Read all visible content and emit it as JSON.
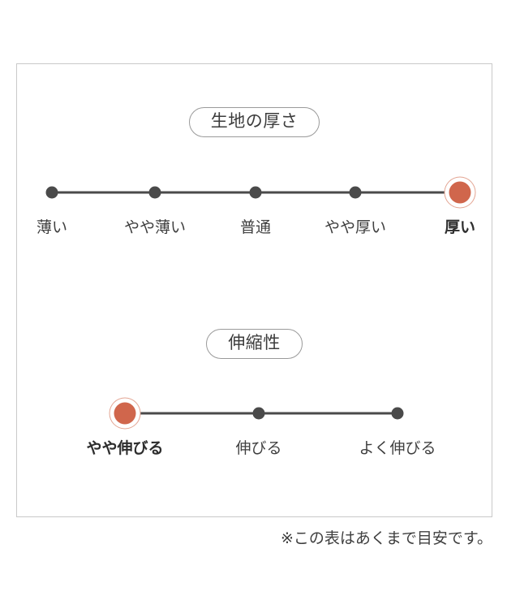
{
  "panel": {
    "sections": [
      {
        "id": "fabric-thickness",
        "title": "生地の厚さ",
        "selected_index": 4,
        "scale": [
          {
            "label": "薄い",
            "selected": false
          },
          {
            "label": "やや薄い",
            "selected": false
          },
          {
            "label": "普通",
            "selected": false
          },
          {
            "label": "やや厚い",
            "selected": false
          },
          {
            "label": "厚い",
            "selected": true
          }
        ]
      },
      {
        "id": "stretchiness",
        "title": "伸縮性",
        "selected_index": 0,
        "scale": [
          {
            "label": "やや伸びる",
            "selected": true
          },
          {
            "label": "伸びる",
            "selected": false
          },
          {
            "label": "よく伸びる",
            "selected": false
          }
        ]
      }
    ]
  },
  "footnote": {
    "text": "※この表はあくまで目安です。"
  },
  "colors": {
    "selected_marker": "#d0664c",
    "selected_ring": "#e3a492",
    "track": "#4a4a4a",
    "node": "#4a4a4a",
    "panel_border": "#c9c9c9",
    "pill_border": "#9a9a9a",
    "text": "#3f3f3f"
  }
}
